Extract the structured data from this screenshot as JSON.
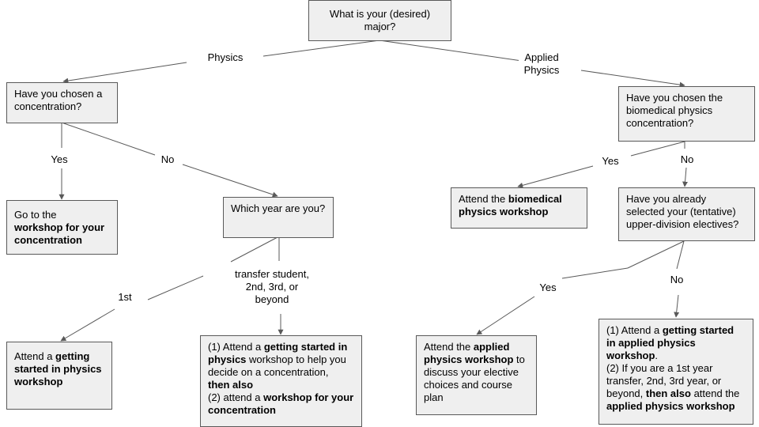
{
  "nodes": {
    "root": "What is your (desired) major?",
    "physics_concentration_q": "Have you chosen a concentration?",
    "biomedical_q": "Have you chosen the biomedical physics concentration?",
    "go_to_workshop": {
      "pre": "Go to the",
      "bold": "workshop for your concentration"
    },
    "which_year_q": "Which year are you?",
    "attend_biomedical": {
      "pre": "Attend the ",
      "bold": "biomedical physics workshop"
    },
    "electives_q": "Have you already selected your (tentative) upper-division electives?",
    "attend_getting_started_physics": {
      "pre": "Attend a ",
      "bold": "getting started in physics workshop"
    },
    "physics_two_step": {
      "l1_pre": "(1) Attend a ",
      "l1_bold": "getting started in physics",
      "l1_post": " workshop to help you decide on a concentration,",
      "l2_bold": "then also",
      "l3_pre": "(2) attend a ",
      "l3_bold": "workshop for your concentration"
    },
    "attend_applied_workshop": {
      "pre": "Attend the ",
      "bold": "applied physics workshop",
      "post": " to discuss your elective choices and course plan"
    },
    "applied_two_step": {
      "l1_pre": "(1) Attend a ",
      "l1_bold": "getting started in applied physics workshop",
      "l1_post": ".",
      "l2_pre": "(2) If you are a 1st year transfer, 2nd, 3rd year, or beyond, ",
      "l2_bold": "then also",
      "l2_mid": " attend the ",
      "l2_bold2": "applied physics workshop"
    }
  },
  "edge_labels": {
    "physics": "Physics",
    "applied_physics": "Applied Physics",
    "yes_concentration": "Yes",
    "no_concentration": "No",
    "yes_biomedical": "Yes",
    "no_biomedical": "No",
    "first_year": "1st",
    "transfer_beyond": "transfer student, 2nd, 3rd, or beyond",
    "yes_electives": "Yes",
    "no_electives": "No"
  },
  "colors": {
    "node_fill": "#efefef",
    "node_border": "#595959",
    "edge": "#595959"
  }
}
